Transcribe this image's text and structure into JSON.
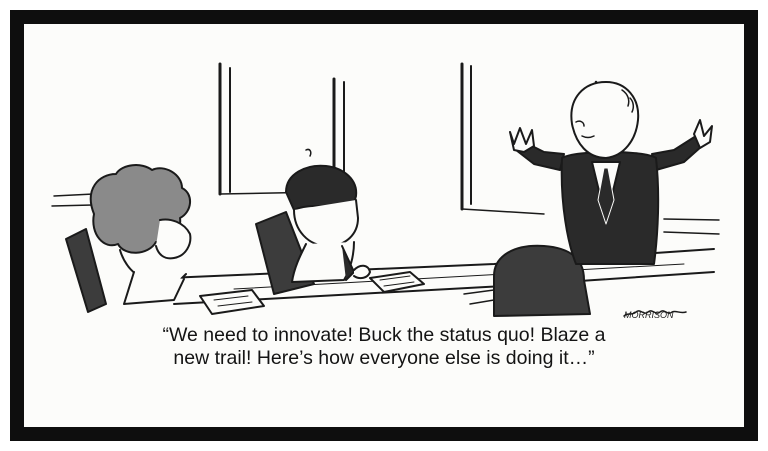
{
  "cartoon": {
    "caption_lines": [
      "“We need to innovate! Buck the status quo! Blaze a",
      "new trail! Here’s how everyone else is doing it…”"
    ],
    "signature": "MORRISON",
    "colors": {
      "frame": "#0e0e0e",
      "paper": "#fcfcfa",
      "ink": "#1a1a1a",
      "suit": "#2a2a2a",
      "hair_gray": "#8a8a8a",
      "chair": "#3c3c3c"
    }
  }
}
